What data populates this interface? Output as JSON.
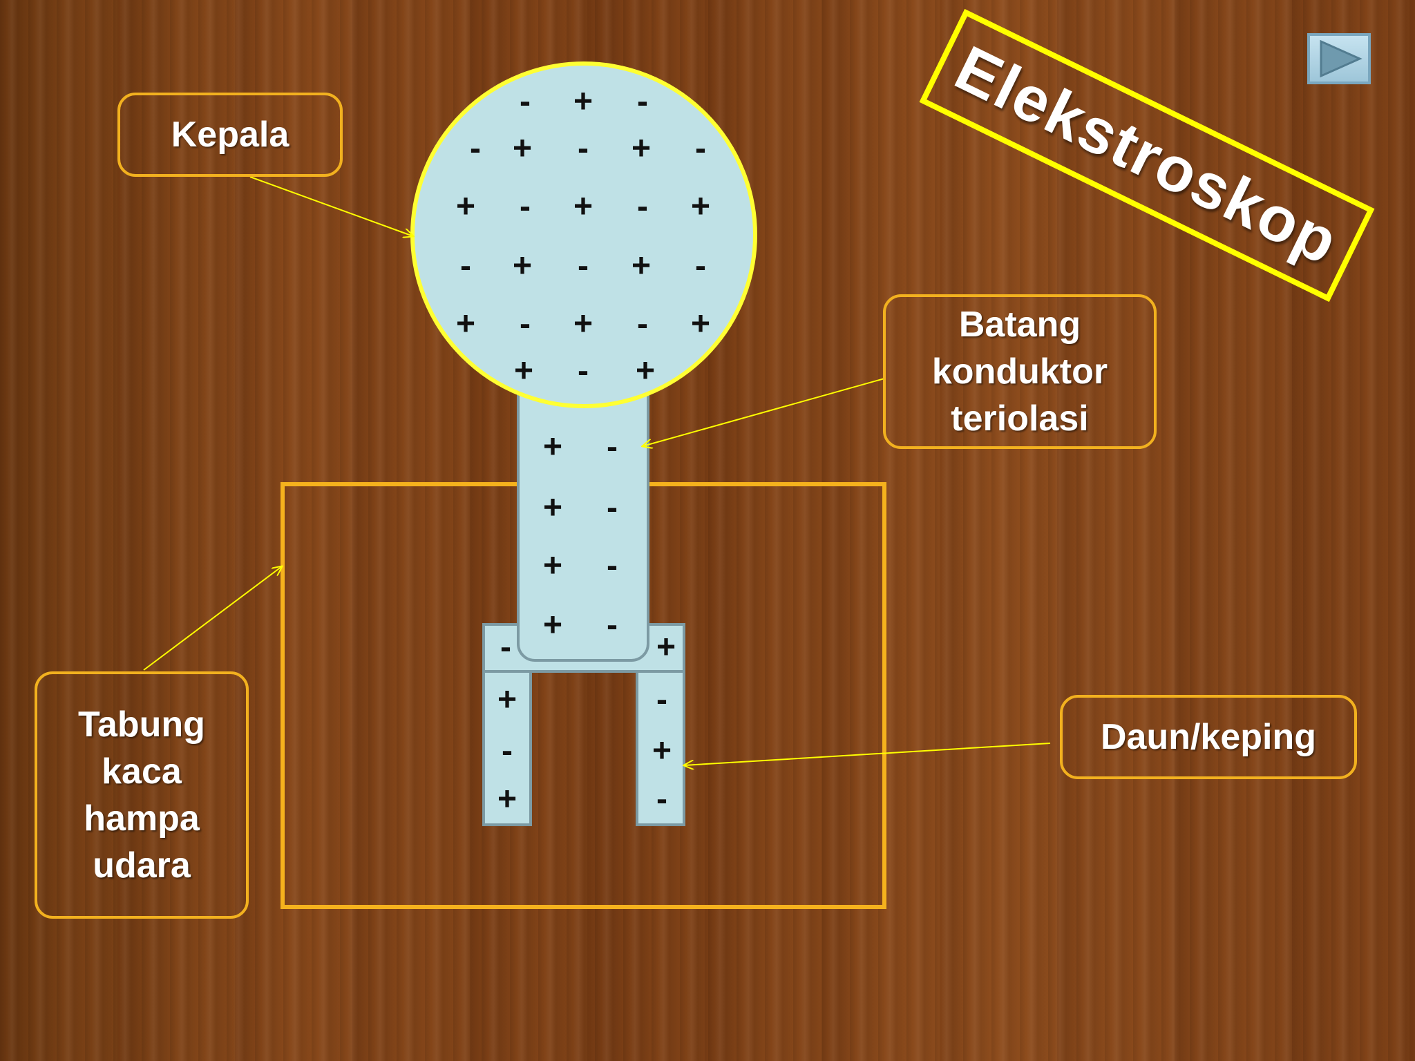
{
  "title": "Elekstroskop",
  "labels": {
    "kepala": "Kepala",
    "batang": "Batang\nkonduktor\nteriolasi",
    "tabung": "Tabung\nkaca\nhampa\nudara",
    "daun": "Daun/keping"
  },
  "colors": {
    "part_fill": "#bfe1e6",
    "part_stroke": "#7c9aa3",
    "sphere_stroke": "#ffff33",
    "box_border": "#f2b11f",
    "arrow": "#ffff00",
    "title_border": "#ffff00"
  },
  "icons": {
    "next": "play-triangle-icon"
  },
  "charges": {
    "head_rows": [
      [
        "-",
        "+",
        "-"
      ],
      [
        "-",
        "+",
        "-",
        "+",
        "-"
      ],
      [
        "+",
        "-",
        "+",
        "-",
        "+"
      ],
      [
        "-",
        "+",
        "-",
        "+",
        "-"
      ],
      [
        "+",
        "-",
        "+",
        "-",
        "+"
      ],
      [
        "+",
        "-",
        "+"
      ]
    ],
    "rod_rows": [
      [
        "+",
        "-"
      ],
      [
        "+",
        "-"
      ],
      [
        "+",
        "-"
      ],
      [
        "+",
        "-"
      ]
    ],
    "crossbar": [
      "-",
      "+"
    ],
    "left_leaf": [
      "+",
      "-",
      "+"
    ],
    "right_leaf": [
      "-",
      "+",
      "-"
    ]
  }
}
